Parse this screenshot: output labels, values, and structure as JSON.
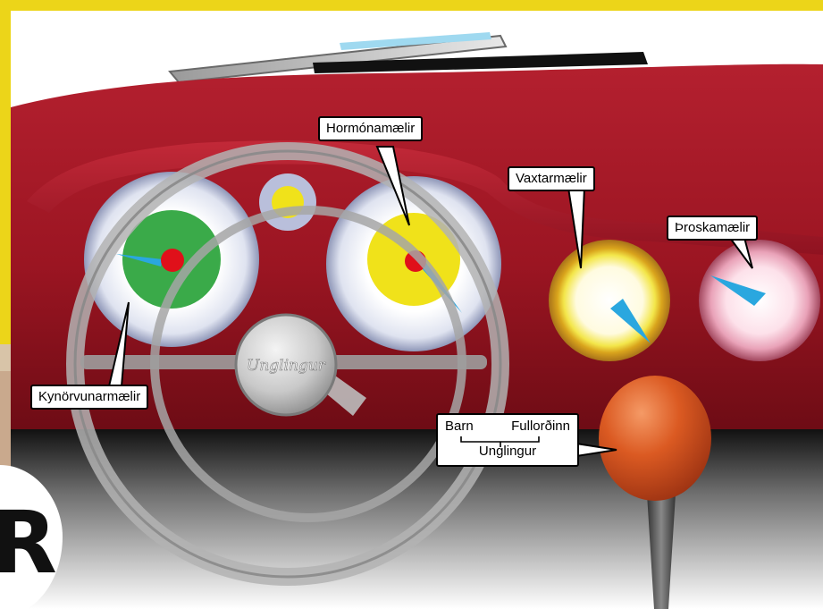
{
  "steering_wheel": {
    "hub_label": "Unglingur"
  },
  "callouts": {
    "hormone": "Hormónamælir",
    "growth": "Vaxtarmælir",
    "maturity": "Þroskamælir",
    "sexual_development": "Kynörvunarmælir"
  },
  "gear_scale": {
    "left": "Barn",
    "right": "Fullorðinn",
    "middle": "Unglingur"
  },
  "corner_badge": {
    "text": "R"
  },
  "colors": {
    "frame_yellow": "#ecd519",
    "dashboard_red": "#9b1522",
    "needle_blue": "#2aa7df",
    "pivot_red": "#e0101a",
    "gauge_green": "#3aaa49",
    "gauge_yellow": "#f0e21a",
    "gear_knob_orange": "#d9521c"
  }
}
